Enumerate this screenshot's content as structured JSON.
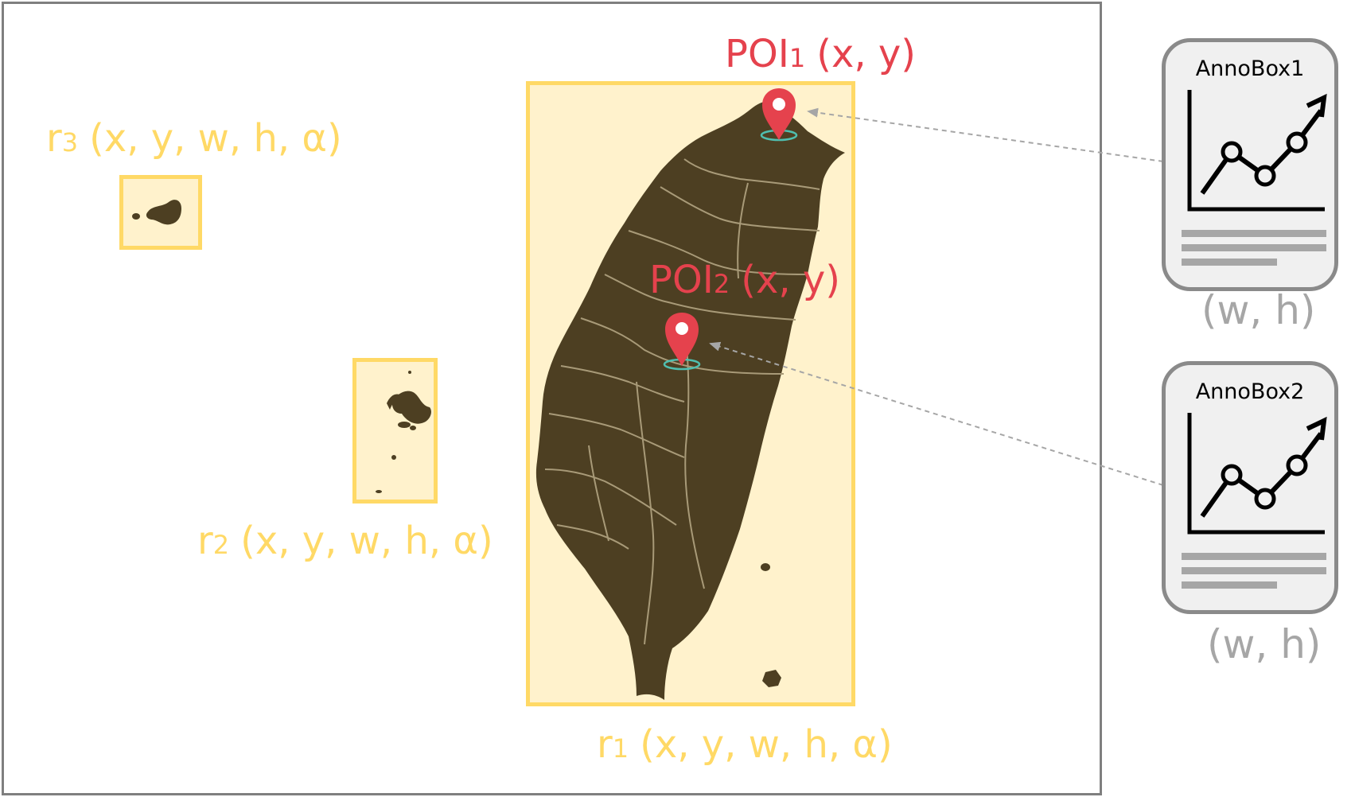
{
  "canvas": {
    "border_color": "#7f7f7f"
  },
  "colors": {
    "region_stroke": "#ffd966",
    "region_fill": "#fff2cc",
    "land": "#4d3f22",
    "border_lines": "#a89a78",
    "poi": "#e5424d",
    "poi_ring": "#4fbfb0",
    "annobox_stroke": "#8a8a8a",
    "annobox_fill": "#f0f0f0",
    "connector": "#a6a6a6"
  },
  "regions": [
    {
      "id": "r1",
      "label_main": "r",
      "label_sub": "1",
      "label_params": "(x, y, w, h, α)"
    },
    {
      "id": "r2",
      "label_main": "r",
      "label_sub": "2",
      "label_params": "(x, y, w, h, α)"
    },
    {
      "id": "r3",
      "label_main": "r",
      "label_sub": "3",
      "label_params": "(x, y, w, h, α)"
    }
  ],
  "pois": [
    {
      "id": "poi1",
      "label_main": "POI",
      "label_sub": "1",
      "label_params": "(x, y)",
      "icon": "map-pin-icon"
    },
    {
      "id": "poi2",
      "label_main": "POI",
      "label_sub": "2",
      "label_params": "(x, y)",
      "icon": "map-pin-icon"
    }
  ],
  "annoboxes": [
    {
      "id": "annobox1",
      "title": "AnnoBox1",
      "size_label": "(w, h)",
      "icon": "line-chart-trend-icon"
    },
    {
      "id": "annobox2",
      "title": "AnnoBox2",
      "size_label": "(w, h)",
      "icon": "line-chart-trend-icon"
    }
  ]
}
